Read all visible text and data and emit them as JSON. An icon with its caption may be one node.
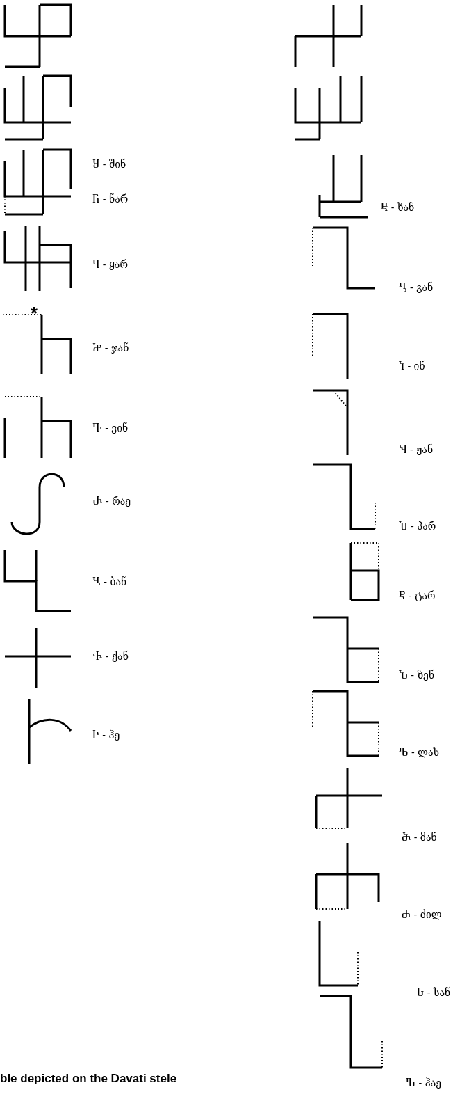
{
  "diagram": {
    "caption": "ble depicted on the Davati stele",
    "labels": [
      "Ⴘ - შინ",
      "Ⴌ - ნარ",
      "Ⴗ - ყარ",
      "*",
      "Ⴟ - ჯან",
      "Ⴅ - ვინ",
      "Ⴐ - რაე",
      "Ⴁ - ბან",
      "Ⴕ - ქან",
      "Ⴡ - ჰე",
      "Ⴞ - ხან",
      "Ⴂ - გან",
      "Ⴈ - ინ",
      "Ⴏ - ჟან",
      "Ⴎ - პარ",
      "Ⴒ - ტარ",
      "Ⴆ - ზენ",
      "Ⴊ - ლას",
      "Ⴋ - მან",
      "Ⴛ - ძილ",
      "Ⴑ - სან",
      "Ⴠ - ჰაე"
    ]
  }
}
